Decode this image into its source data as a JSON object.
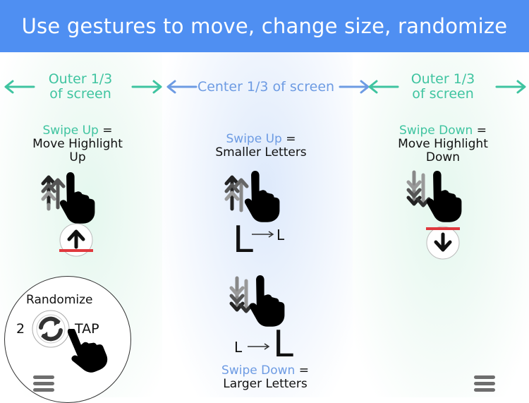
{
  "header": {
    "title": "Use gestures to move, change size, randomize"
  },
  "zones": {
    "left": {
      "line1": "Outer 1/3",
      "line2": "of screen"
    },
    "center": {
      "label": "Center 1/3 of screen"
    },
    "right": {
      "line1": "Outer 1/3",
      "line2": "of screen"
    }
  },
  "gestures": {
    "left": {
      "action": "Swipe Up",
      "equals": " =",
      "line2": "Move Highlight",
      "line3": "Up"
    },
    "center_top": {
      "action": "Swipe Up",
      "equals": " =",
      "line2": "Smaller Letters"
    },
    "right": {
      "action": "Swipe Down",
      "equals": " =",
      "line2": "Move Highlight",
      "line3": "Down"
    },
    "center_bottom": {
      "action": "Swipe Down",
      "equals": " =",
      "line2": "Larger Letters"
    }
  },
  "letters": {
    "big": "L",
    "small": "L"
  },
  "randomize": {
    "label": "Randomize",
    "count": "2",
    "tap": "TAP"
  },
  "colors": {
    "header": "#4f8ff2",
    "green": "#3fc4a0",
    "blue": "#6d9be3",
    "red": "#e0393e"
  },
  "icons": [
    "left-arrow-icon",
    "right-arrow-icon",
    "swipe-up-icon",
    "swipe-down-icon",
    "hand-pointer-icon",
    "highlight-up-icon",
    "highlight-down-icon",
    "randomize-icon",
    "menu-icon"
  ]
}
